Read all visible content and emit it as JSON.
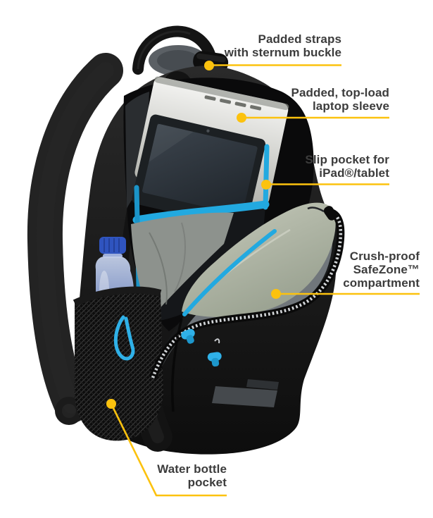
{
  "colors": {
    "accent_yellow": "#FCC20E",
    "accent_blue": "#22A9E0",
    "text": "#3C3C3C",
    "bag_black": "#161616",
    "laptop_silver": "#D8D9D4",
    "safezone_gray": "#B5BAAA",
    "bottle_blue": "#2F54BF"
  },
  "callouts": [
    {
      "id": "padded-straps",
      "lines": [
        "Padded straps",
        "with sternum buckle"
      ]
    },
    {
      "id": "laptop-sleeve",
      "lines": [
        "Padded, top-load",
        "laptop sleeve"
      ]
    },
    {
      "id": "slip-pocket",
      "lines": [
        "Slip pocket for",
        "iPad®/tablet"
      ]
    },
    {
      "id": "safezone",
      "lines": [
        "Crush-proof",
        "SafeZone™",
        "compartment"
      ]
    },
    {
      "id": "water-bottle-pocket",
      "lines": [
        "Water bottle",
        "pocket"
      ]
    }
  ]
}
